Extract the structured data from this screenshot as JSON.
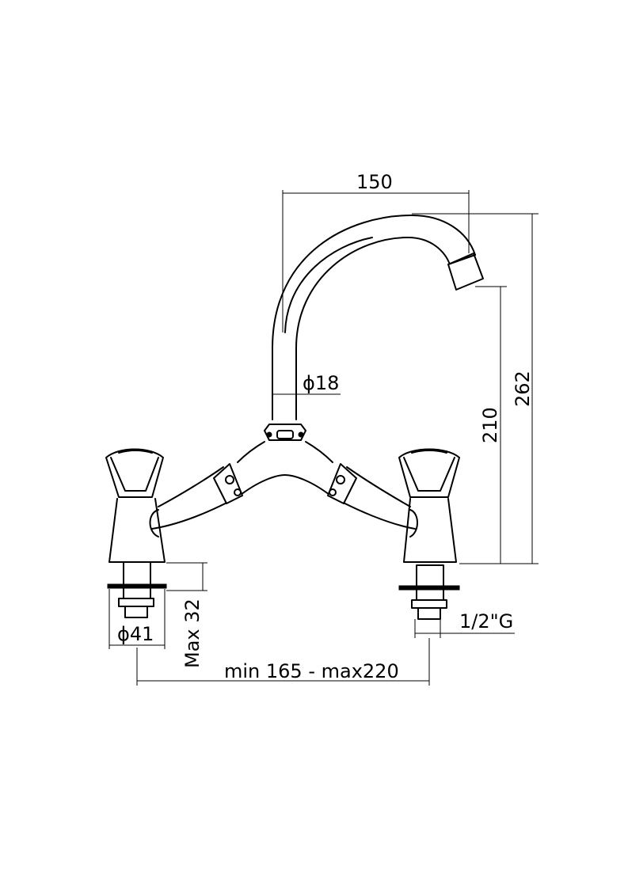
{
  "dimensions": {
    "spout_reach": "150",
    "spout_diameter": "ϕ18",
    "outlet_height": "210",
    "total_height": "262",
    "base_diameter": "ϕ41",
    "max_deck_thickness": "Max 32",
    "thread_size": "1/2\"G",
    "center_distance": "min 165 - max220"
  }
}
